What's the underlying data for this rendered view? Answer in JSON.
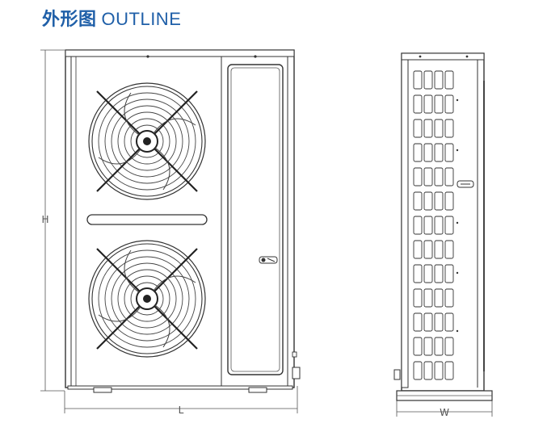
{
  "title": {
    "zh": "外形图",
    "en": "OUTLINE"
  },
  "dimensions": {
    "height": "H",
    "length": "L",
    "width": "W"
  },
  "colors": {
    "title": "#1f5fa8",
    "line": "#333333",
    "panel_dark": "#444444"
  },
  "icons": [
    "fan-grille-icon",
    "logo-badge-icon",
    "vent-slot-icon"
  ]
}
